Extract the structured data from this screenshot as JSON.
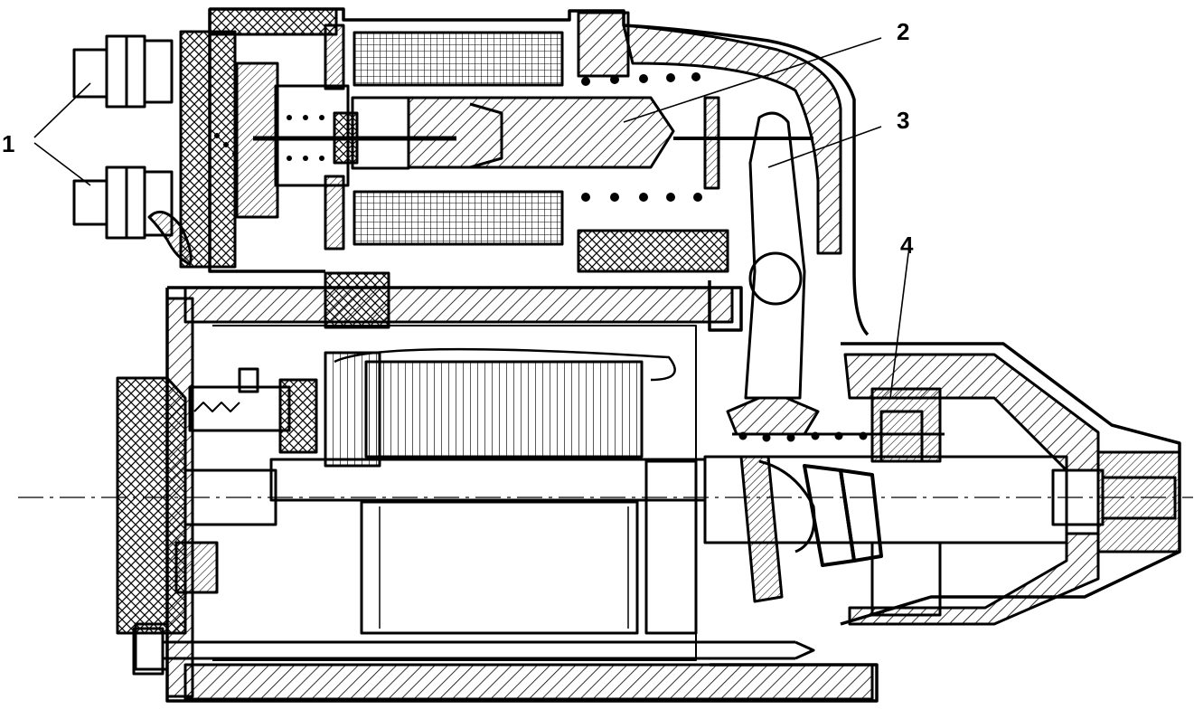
{
  "diagram": {
    "callouts": [
      {
        "id": "c1",
        "label": "1"
      },
      {
        "id": "c2",
        "label": "2"
      },
      {
        "id": "c3",
        "label": "3"
      },
      {
        "id": "c4",
        "label": "4"
      }
    ],
    "colors": {
      "ink": "#000000",
      "paper": "#ffffff",
      "hatch": "#000000"
    }
  }
}
